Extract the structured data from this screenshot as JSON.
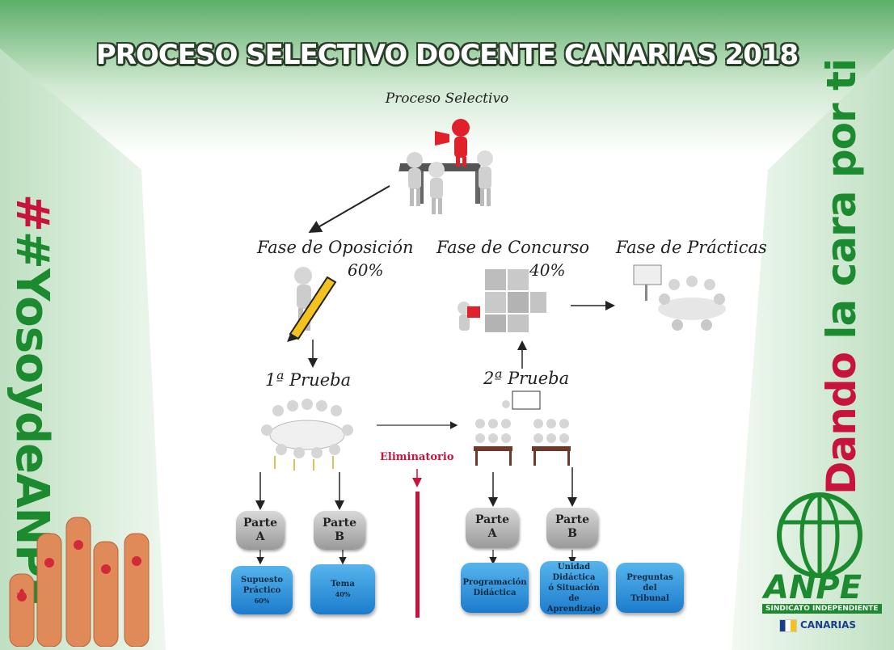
{
  "title": "PROCESO SELECTIVO DOCENTE CANARIAS 2018",
  "subtitle": "Proceso Selectivo",
  "phases": {
    "oposicion": {
      "label": "Fase de Oposición",
      "percent": "60%"
    },
    "concurso": {
      "label": "Fase de Concurso",
      "percent": "40%"
    },
    "practicas": {
      "label": "Fase de Prácticas"
    }
  },
  "pruebas": {
    "primera": "1ª Prueba",
    "segunda": "2ª Prueba"
  },
  "eliminatorio": "Eliminatorio",
  "parts": {
    "p1a": {
      "line1": "Parte",
      "line2": "A"
    },
    "p1b": {
      "line1": "Parte",
      "line2": "B"
    },
    "p2a": {
      "line1": "Parte",
      "line2": "A"
    },
    "p2b": {
      "line1": "Parte",
      "line2": "B"
    }
  },
  "boxes": {
    "supuesto": {
      "line1": "Supuesto",
      "line2": "Práctico",
      "pct": "60%"
    },
    "tema": {
      "line1": "Tema",
      "pct": "40%"
    },
    "programacion": {
      "line1": "Programación",
      "line2": "Didáctica"
    },
    "unidad": {
      "line1": "Unidad",
      "line2": "Didáctica",
      "line3": "ó Situación de",
      "line4": "Aprendizaje"
    },
    "preguntas": {
      "line1": "Preguntas",
      "line2": "del",
      "line3": "Tribunal"
    }
  },
  "left_banner": "#YosoydeANPE",
  "right_banner": {
    "part1": "Dando",
    "part2": " la cara por ti"
  },
  "logo": {
    "name": "ANPE",
    "tagline": "SINDICATO INDEPENDIENTE",
    "region": "CANARIAS"
  },
  "colors": {
    "green": "#1c8a2e",
    "red": "#c8143c",
    "blue": "#1c7ccc",
    "title_outline": "#2a3f2a"
  },
  "icons": [
    "megaphone-leader-icon",
    "pencil-figure-icon",
    "puzzle-figure-icon",
    "meeting-table-icon",
    "round-table-icon",
    "classroom-icon"
  ]
}
